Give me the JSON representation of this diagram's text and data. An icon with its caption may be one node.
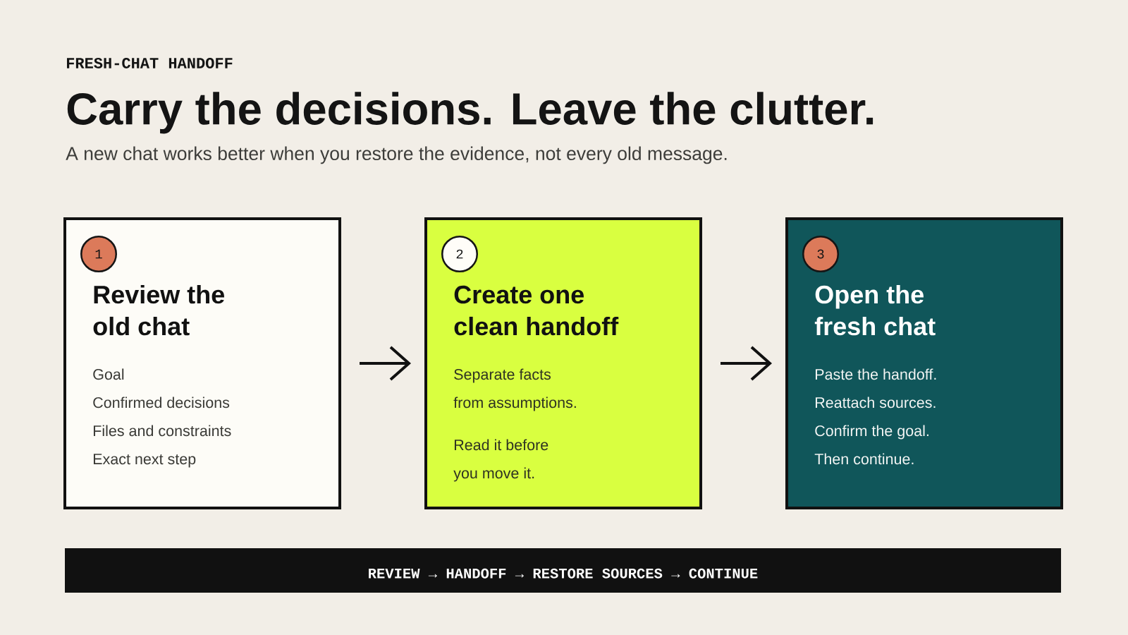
{
  "diagram": {
    "title": "Carry the decisions. Leave the clutter.",
    "nodes": [
      {
        "text": [
          "Review the old chat",
          "Goal",
          "Confirmed decisions",
          "Files and constraints",
          "Exact next step"
        ]
      },
      {
        "text": [
          "1"
        ],
        "in": 0
      },
      {
        "text": [
          "Create one clean handoff",
          "Separate facts from assumptions.",
          "Read it before you move it."
        ]
      },
      {
        "text": [
          "2"
        ],
        "in": 2
      },
      {
        "text": [
          "Open the fresh chat",
          "Paste the handoff.",
          "Reattach sources.",
          "Confirm the goal.",
          "Then continue."
        ]
      },
      {
        "text": [
          "3"
        ],
        "in": 4
      },
      {
        "text": [
          "REVIEW → HANDOFF → RESTORE SOURCES → CONTINUE"
        ]
      }
    ],
    "edges": [
      {
        "from": 0,
        "to": 2,
        "arrow": "to"
      },
      {
        "from": 2,
        "to": 4,
        "arrow": "to"
      }
    ],
    "labels": [
      "FRESH-CHAT HANDOFF",
      "A new chat works better when you restore the evidence, not every old message."
    ]
  }
}
